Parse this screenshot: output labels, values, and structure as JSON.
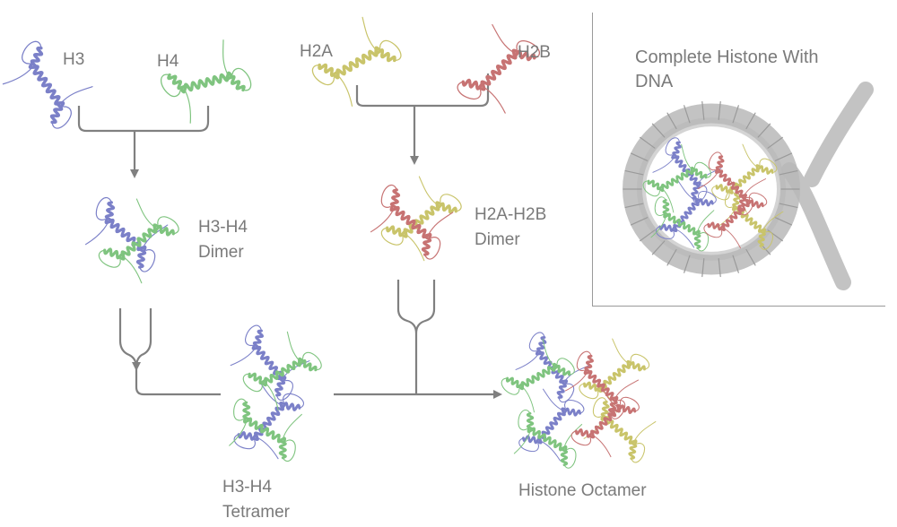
{
  "labels": {
    "h3": "H3",
    "h4": "H4",
    "h2a": "H2A",
    "h2b": "H2B",
    "h3h4_dimer_line1": "H3-H4",
    "h3h4_dimer_line2": "Dimer",
    "h2ah2b_dimer_line1": "H2A-H2B",
    "h2ah2b_dimer_line2": "Dimer",
    "tetramer_line1": "H3-H4",
    "tetramer_line2": "Tetramer",
    "octamer": "Histone Octamer",
    "complete_line1": "Complete Histone With",
    "complete_line2": "DNA"
  },
  "colors": {
    "h3": "#7b80c8",
    "h4": "#7fc47f",
    "h2a": "#c9c46a",
    "h2b": "#c77373",
    "arrow": "#808080",
    "dna": "#b8b8b8",
    "text": "#7a7a7a"
  }
}
